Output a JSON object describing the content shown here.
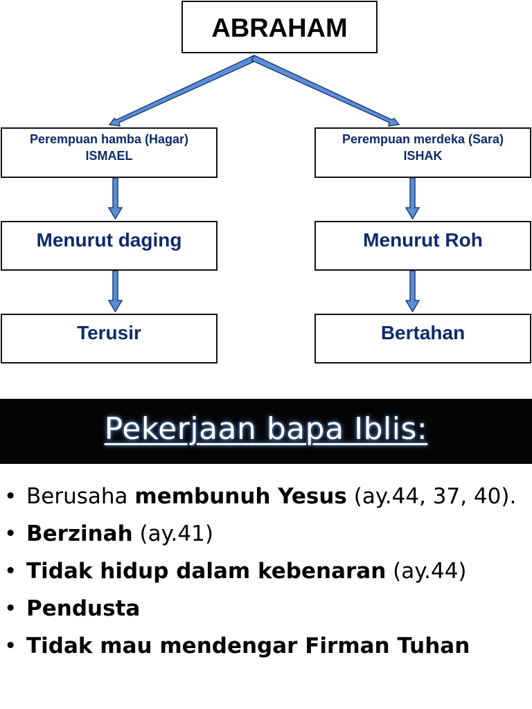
{
  "diagram": {
    "root": "ABRAHAM",
    "left": {
      "origin_line1": "Perempuan  hamba (Hagar)",
      "origin_line2": "ISMAEL",
      "nature": "Menurut daging",
      "outcome": "Terusir"
    },
    "right": {
      "origin_line1": "Perempuan  merdeka (Sara)",
      "origin_line2": "ISHAK",
      "nature": "Menurut Roh",
      "outcome": "Bertahan"
    },
    "colors": {
      "text_blue": "#0d2a6b",
      "arrow_fill": "#5b8ed6",
      "arrow_stroke": "#1f3d7a"
    }
  },
  "banner": {
    "title": "Pekerjaan bapa Iblis:",
    "background": "#050505",
    "text_color": "#ffffff"
  },
  "works": [
    {
      "bullet": "•",
      "plain_before": "Berusaha ",
      "bold": "membunuh Yesus",
      "plain_after": " (ay.44, 37, 40)."
    },
    {
      "bullet": "•",
      "plain_before": "",
      "bold": "Berzinah",
      "plain_after": " (ay.41)"
    },
    {
      "bullet": "•",
      "plain_before": "",
      "bold": "Tidak hidup dalam kebenaran",
      "plain_after": " (ay.44)"
    },
    {
      "bullet": "•",
      "plain_before": "",
      "bold": "Pendusta",
      "plain_after": ""
    },
    {
      "bullet": "•",
      "plain_before": "",
      "bold": "Tidak mau mendengar Firman Tuhan",
      "plain_after": ""
    }
  ]
}
